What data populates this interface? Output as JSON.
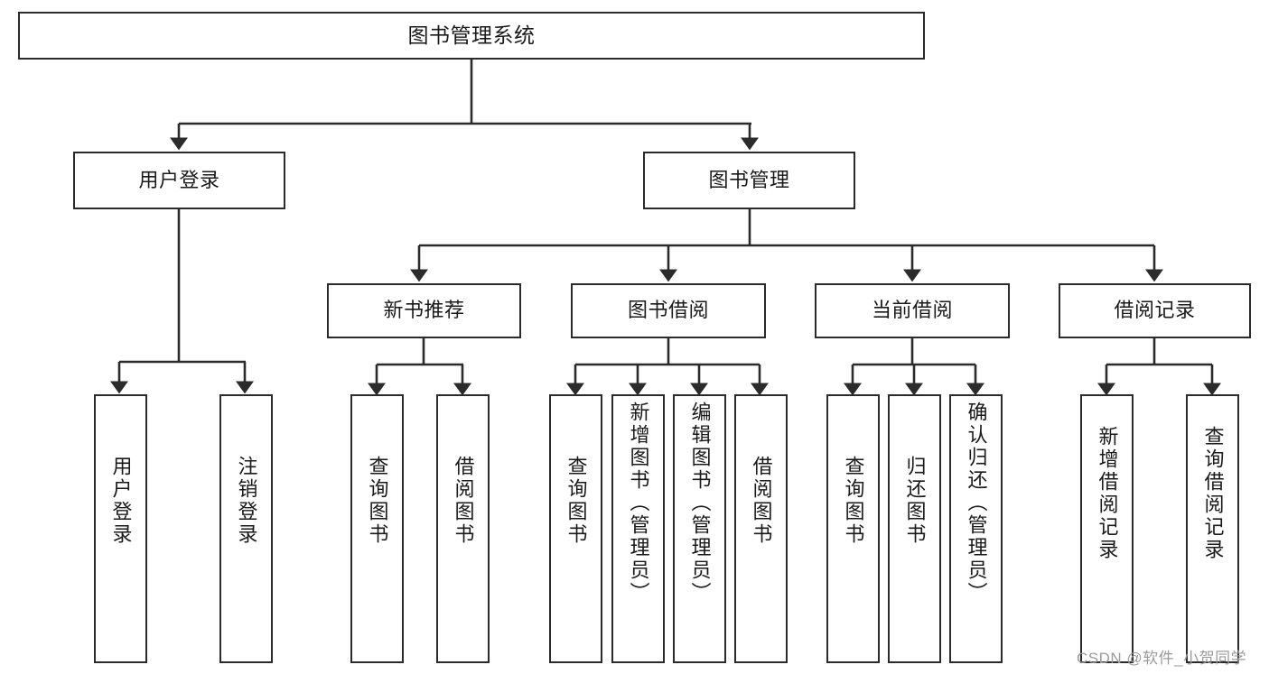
{
  "diagram": {
    "title": "图书管理系统",
    "type": "tree",
    "orientation": "top-down",
    "colors": {
      "box_border": "#2b2b2b",
      "box_fill": "#ffffff",
      "edge": "#2b2b2b",
      "text": "#1a1a1a",
      "watermark": "#9b9b9b",
      "background": "#ffffff"
    }
  },
  "nodes": {
    "root": {
      "label": "图书管理系统"
    },
    "level2": [
      {
        "id": "user-login",
        "label": "用户登录"
      },
      {
        "id": "book-manage",
        "label": "图书管理"
      }
    ],
    "level3": [
      {
        "id": "new-book-recommend",
        "label": "新书推荐"
      },
      {
        "id": "book-borrow",
        "label": "图书借阅"
      },
      {
        "id": "current-borrow",
        "label": "当前借阅"
      },
      {
        "id": "borrow-record",
        "label": "借阅记录"
      }
    ],
    "leaves": {
      "user_login": [
        {
          "id": "leaf-user-login",
          "label": "用户登录"
        },
        {
          "id": "leaf-logout",
          "label": "注销登录"
        }
      ],
      "new_book_recommend": [
        {
          "id": "leaf-query-book-1",
          "label": "查询图书"
        },
        {
          "id": "leaf-borrow-book-1",
          "label": "借阅图书"
        }
      ],
      "book_borrow": [
        {
          "id": "leaf-query-book-2",
          "label": "查询图书"
        },
        {
          "id": "leaf-add-book",
          "label": "新增图书（管理员）"
        },
        {
          "id": "leaf-edit-book",
          "label": "编辑图书（管理员）"
        },
        {
          "id": "leaf-borrow-book-2",
          "label": "借阅图书"
        }
      ],
      "current_borrow": [
        {
          "id": "leaf-query-book-3",
          "label": "查询图书"
        },
        {
          "id": "leaf-return-book",
          "label": "归还图书"
        },
        {
          "id": "leaf-confirm-return",
          "label": "确认归还（管理员）"
        }
      ],
      "borrow_record": [
        {
          "id": "leaf-add-record",
          "label": "新增借阅记录"
        },
        {
          "id": "leaf-query-record",
          "label": "查询借阅记录"
        }
      ]
    }
  },
  "watermark": {
    "text": "CSDN @软件_小贺同学"
  }
}
